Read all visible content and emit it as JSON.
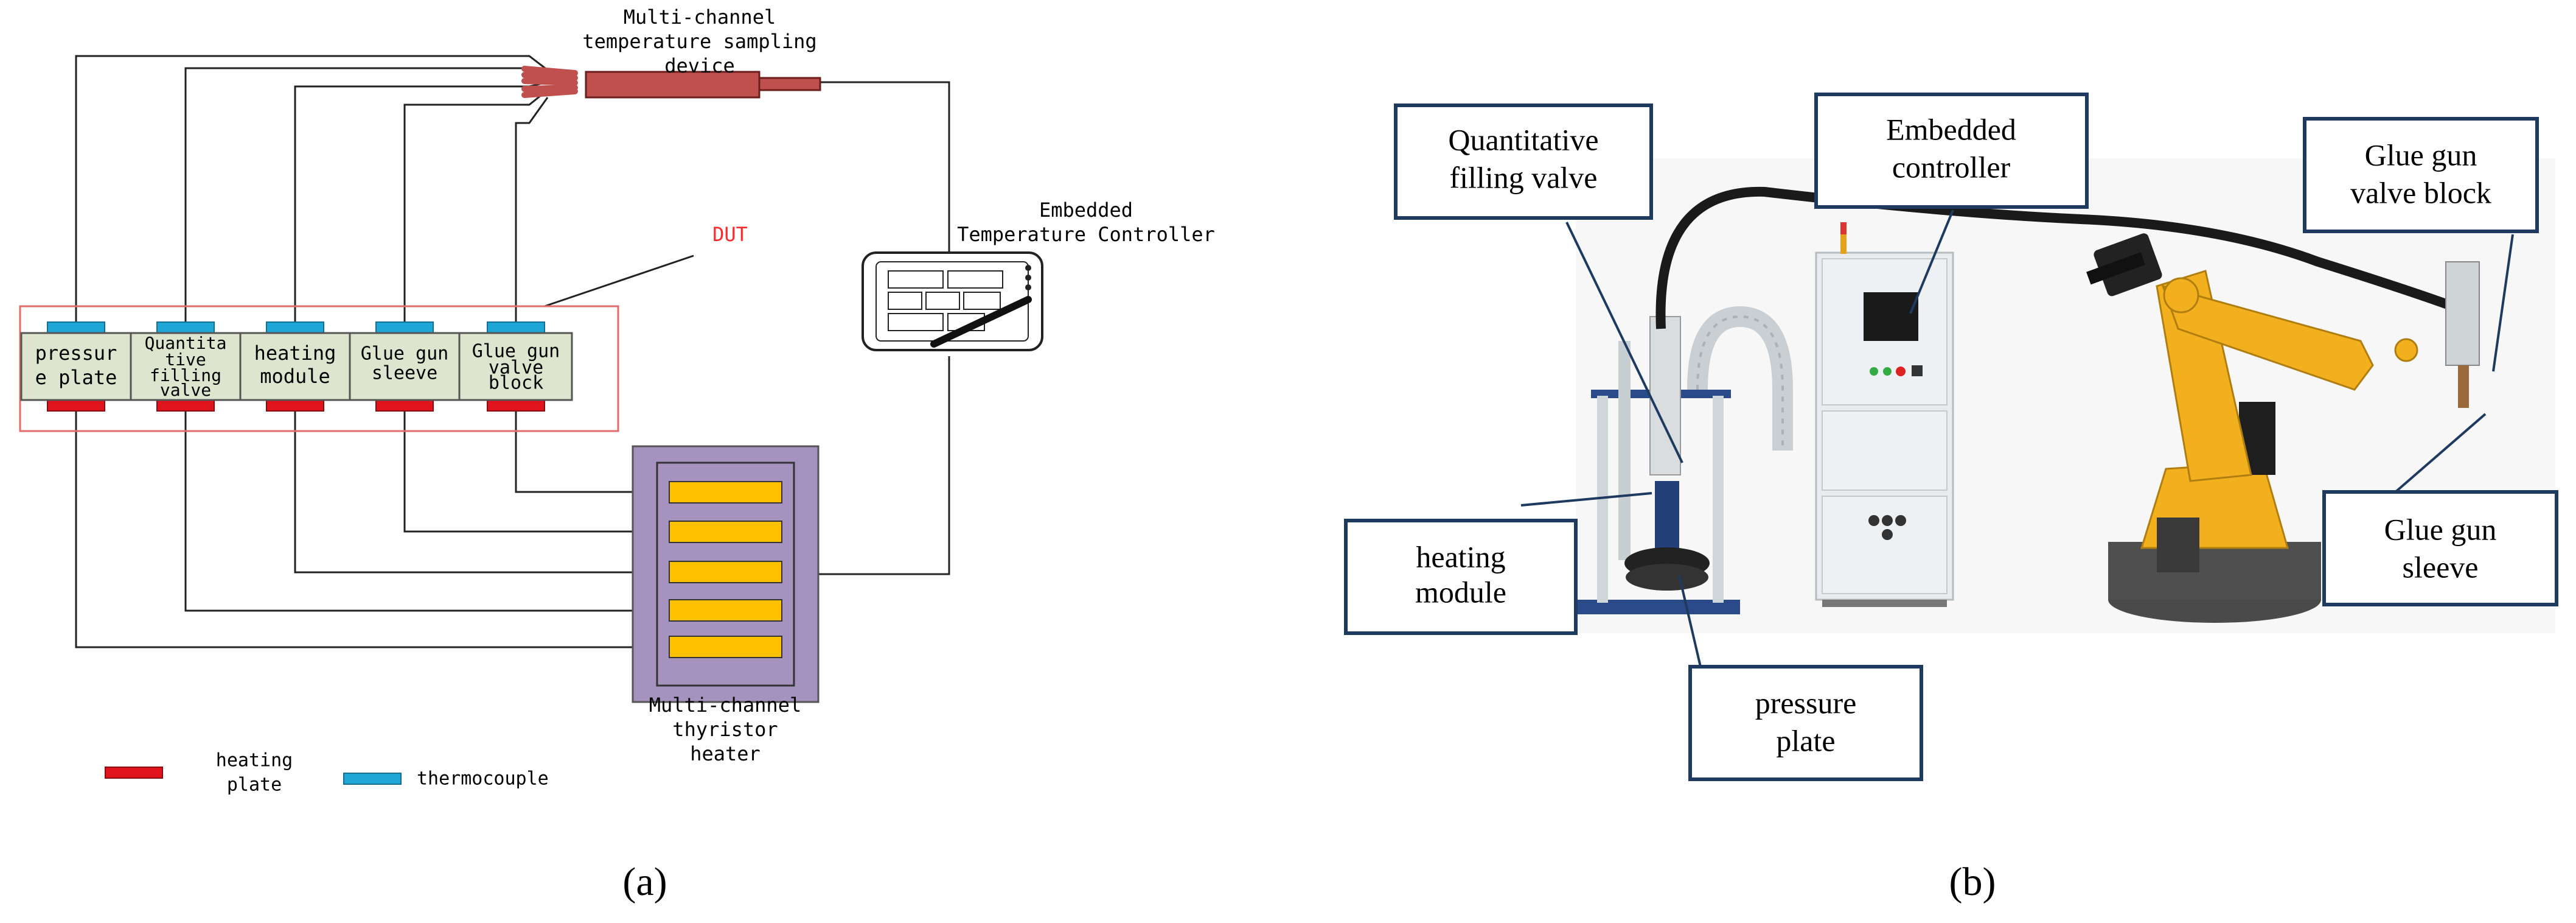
{
  "panel_a": {
    "sampler_label_1": "Multi-channel",
    "sampler_label_2": "temperature sampling",
    "sampler_label_3": "device",
    "controller_label_1": "Embedded",
    "controller_label_2": "Temperature Controller",
    "dut_label": "DUT",
    "dut_label_color": "#ff2a2a",
    "modules": [
      {
        "lines": [
          "pressur",
          "e plate"
        ]
      },
      {
        "lines": [
          "Quantita",
          "tive",
          "filling",
          "valve"
        ]
      },
      {
        "lines": [
          "heating",
          "module"
        ]
      },
      {
        "lines": [
          "Glue gun",
          "sleeve"
        ]
      },
      {
        "lines": [
          "Glue gun",
          "valve",
          "block"
        ]
      }
    ],
    "heater_label_1": "Multi-channel",
    "heater_label_2": "thyristor",
    "heater_label_3": "heater",
    "legend_heating_1": "heating",
    "legend_heating_2": "plate",
    "legend_thermocouple": "thermocouple",
    "caption": "(a)",
    "colors": {
      "heating_plate": "#e0141c",
      "thermocouple": "#1da6d6",
      "module_fill": "#dde5cf",
      "heater_fill": "#a692bf",
      "channel_fill": "#ffc000",
      "sampler_fill": "#c0504d"
    }
  },
  "panel_b": {
    "labels": {
      "filling_valve_1": "Quantitative",
      "filling_valve_2": "filling valve",
      "controller_1": "Embedded",
      "controller_2": "controller",
      "valve_block_1": "Glue gun",
      "valve_block_2": "valve block",
      "heating_1": "heating",
      "heating_2": "module",
      "sleeve_1": "Glue gun",
      "sleeve_2": "sleeve",
      "pressure_1": "pressure",
      "pressure_2": "plate"
    },
    "caption": "(b)",
    "colors": {
      "callout_border": "#1f3a5f",
      "robot": "#f2b01e",
      "cabinet": "#e8ecee"
    }
  }
}
